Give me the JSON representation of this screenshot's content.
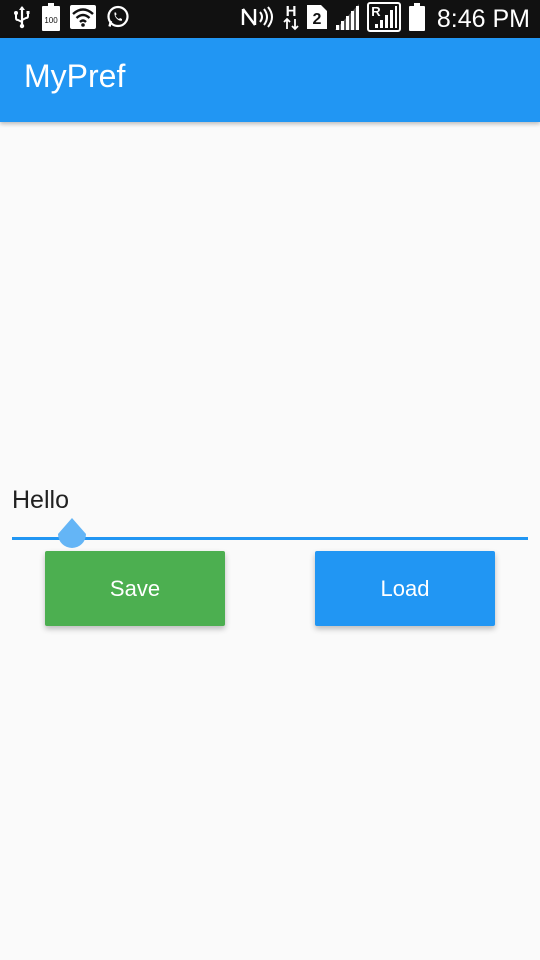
{
  "status_bar": {
    "time": "8:46 PM",
    "battery_text": "100",
    "network_type": "H",
    "sim_slot": "2",
    "roaming": "R",
    "icons": [
      "usb-icon",
      "battery-100-icon",
      "wifi-icon",
      "whatsapp-icon",
      "nfc-icon",
      "h-network-icon",
      "sim-2-icon",
      "signal-icon",
      "roaming-signal-icon",
      "battery-icon"
    ]
  },
  "app_bar": {
    "title": "MyPref",
    "color": "#2196f3"
  },
  "text_field": {
    "value": "Hello",
    "accent_color": "#2196f3"
  },
  "buttons": {
    "save_label": "Save",
    "save_color": "#4caf50",
    "load_label": "Load",
    "load_color": "#2196f3"
  }
}
